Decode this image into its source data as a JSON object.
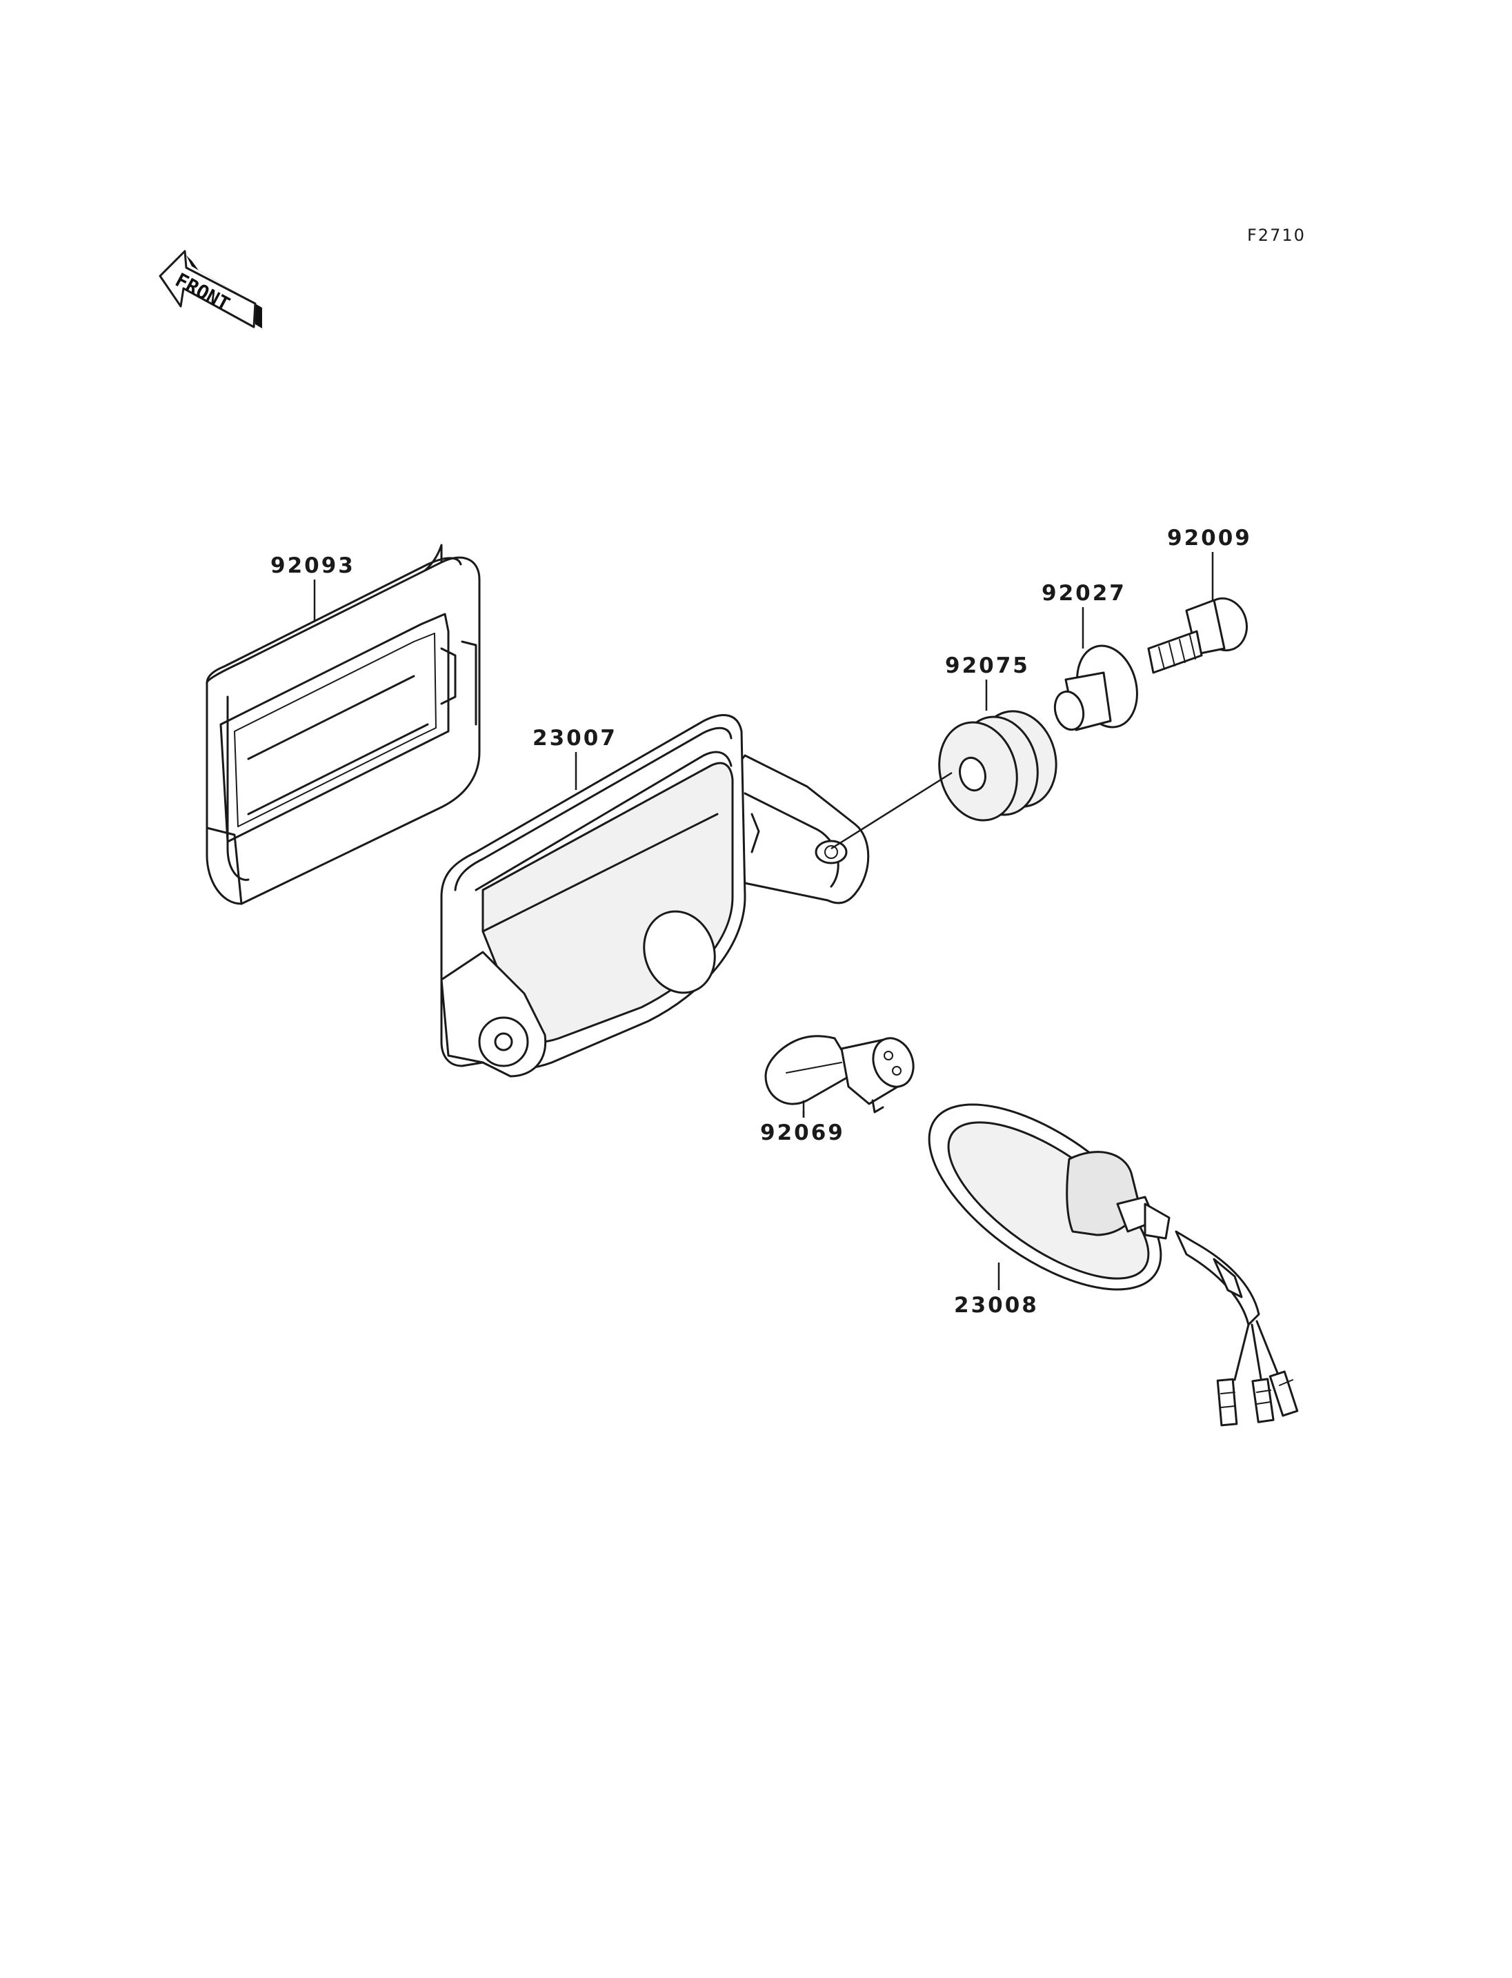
{
  "figure_code": "F2710",
  "front_indicator": "FRONT",
  "parts": [
    {
      "id": "92093"
    },
    {
      "id": "23007"
    },
    {
      "id": "92075"
    },
    {
      "id": "92027"
    },
    {
      "id": "92009"
    },
    {
      "id": "92069"
    },
    {
      "id": "23008"
    }
  ]
}
